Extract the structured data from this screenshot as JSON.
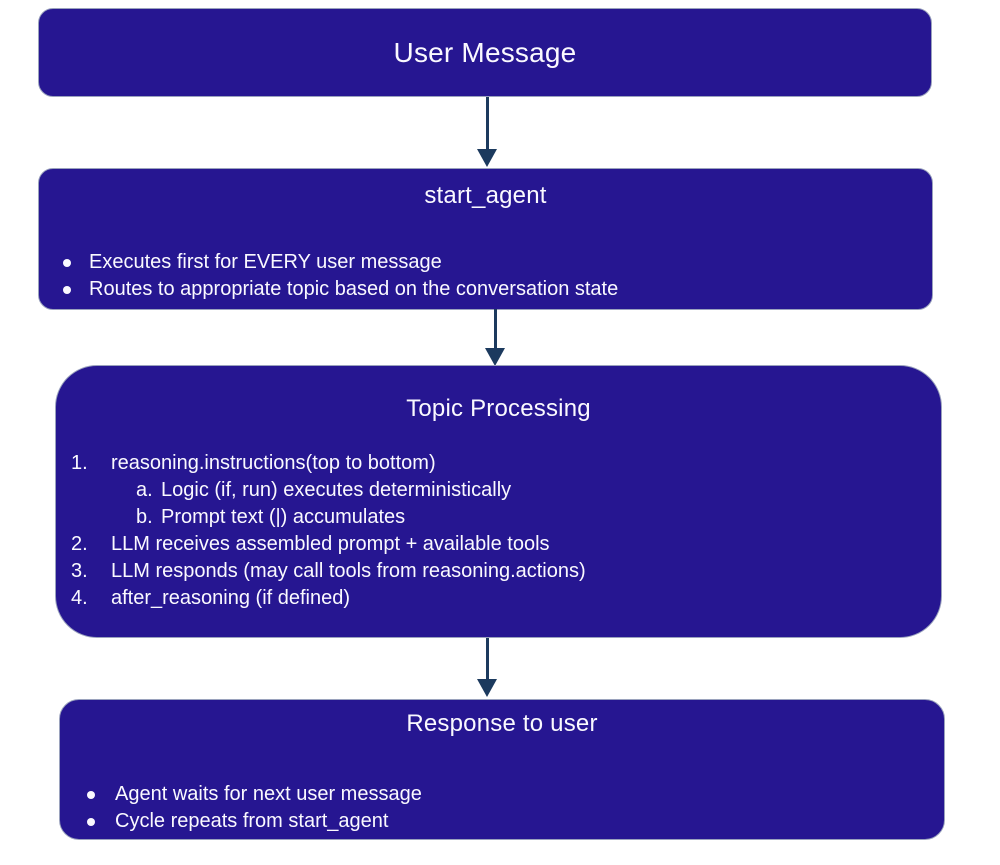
{
  "colors": {
    "node_fill": "#261691",
    "node_border": "#9aa2bd",
    "arrow": "#1c3a5e",
    "text": "#faf9ff",
    "background": "#ffffff"
  },
  "nodes": {
    "user_message": {
      "title": "User Message"
    },
    "start_agent": {
      "title": "start_agent",
      "bullets": [
        "Executes first for EVERY user message",
        "Routes to appropriate topic based on the conversation state"
      ]
    },
    "topic_processing": {
      "title": "Topic Processing",
      "items": [
        {
          "label": "1.",
          "text": "reasoning.instructions(top to bottom)",
          "level": "top"
        },
        {
          "label": "a.",
          "text": "Logic (if, run) executes deterministically",
          "level": "sub"
        },
        {
          "label": "b.",
          "text": "Prompt text (|) accumulates",
          "level": "sub"
        },
        {
          "label": "2.",
          "text": "LLM receives assembled prompt + available tools",
          "level": "top"
        },
        {
          "label": "3.",
          "text": "LLM responds (may call tools from reasoning.actions)",
          "level": "top"
        },
        {
          "label": "4.",
          "text": "after_reasoning (if defined)",
          "level": "top"
        }
      ]
    },
    "response_to_user": {
      "title": "Response to user",
      "bullets": [
        "Agent waits for next user message",
        "Cycle repeats from start_agent"
      ]
    }
  }
}
